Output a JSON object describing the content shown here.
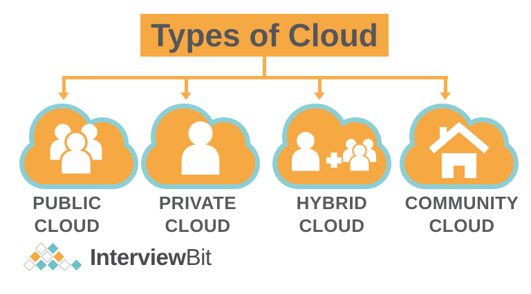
{
  "title": "Types of Cloud",
  "clouds": [
    {
      "label_line1": "PUBLIC",
      "label_line2": "CLOUD",
      "icon": "group-of-people-icon"
    },
    {
      "label_line1": "PRIVATE",
      "label_line2": "CLOUD",
      "icon": "single-person-icon"
    },
    {
      "label_line1": "HYBRID",
      "label_line2": "CLOUD",
      "icon": "person-plus-group-icon"
    },
    {
      "label_line1": "COMMUNITY",
      "label_line2": "CLOUD",
      "icon": "house-icon"
    }
  ],
  "logo": {
    "text_bold": "Interview",
    "text_light": "Bit"
  },
  "colors": {
    "orange": "#F6A843",
    "teal_outline": "#8BCFD5",
    "connector": "#F8AD4D",
    "title_text": "#55565B",
    "label_text": "#595A5D",
    "logo_text": "#4A4B4E",
    "logo_teal": "#6FC0C7",
    "logo_orange": "#F6A843",
    "white_diamond_border": "#C9CACB"
  }
}
